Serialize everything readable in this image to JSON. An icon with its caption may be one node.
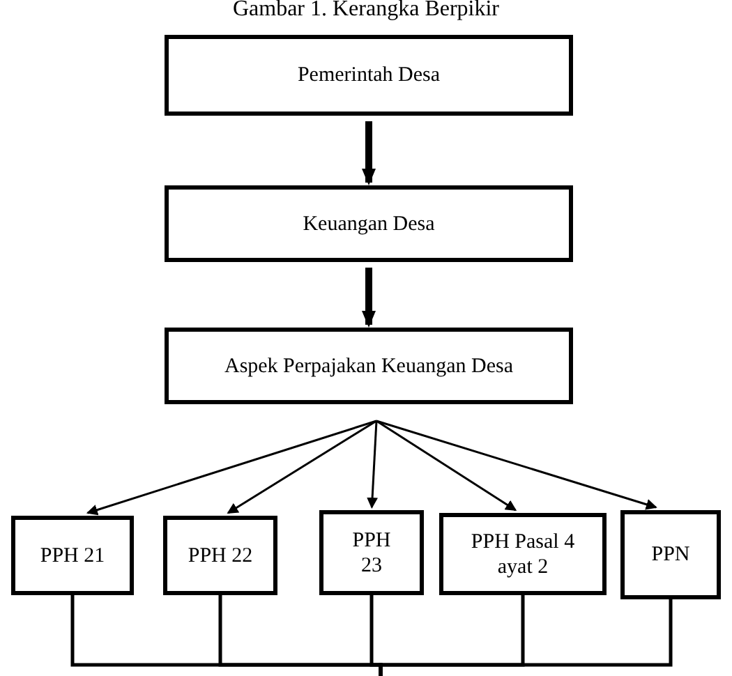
{
  "diagram": {
    "title": "Gambar 1. Kerangka Berpikir",
    "nodes": [
      {
        "text": [
          "Pemerintah Desa"
        ]
      },
      {
        "text": [
          "Keuangan Desa"
        ]
      },
      {
        "text": [
          "Aspek Perpajakan Keuangan Desa"
        ]
      },
      {
        "text": [
          "PPH 21"
        ]
      },
      {
        "text": [
          "PPH 22"
        ]
      },
      {
        "text": [
          "PPH 23"
        ]
      },
      {
        "text": [
          "PPH Pasal 4 ayat 2"
        ]
      },
      {
        "text": [
          "PPN"
        ]
      }
    ],
    "edges": [
      {
        "from": 0,
        "to": 1,
        "arrow": "to",
        "style": "thick"
      },
      {
        "from": 1,
        "to": 2,
        "arrow": "to",
        "style": "thick"
      },
      {
        "from": 2,
        "to": 3,
        "arrow": "to"
      },
      {
        "from": 2,
        "to": 4,
        "arrow": "to"
      },
      {
        "from": 2,
        "to": 5,
        "arrow": "to"
      },
      {
        "from": 2,
        "to": 6,
        "arrow": "to"
      },
      {
        "from": 2,
        "to": 7,
        "arrow": "to"
      },
      {
        "from": 3,
        "to": null,
        "arrow": "none"
      },
      {
        "from": 4,
        "to": null,
        "arrow": "none"
      },
      {
        "from": 5,
        "to": null,
        "arrow": "none"
      },
      {
        "from": 6,
        "to": null,
        "arrow": "none"
      },
      {
        "from": 7,
        "to": null,
        "arrow": "none"
      }
    ]
  }
}
